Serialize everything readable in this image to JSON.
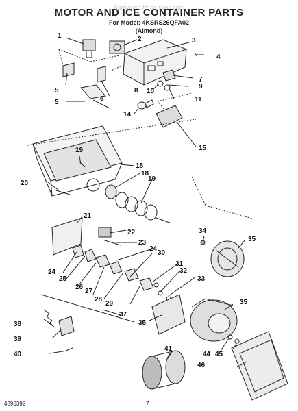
{
  "header": {
    "watermark": "Appliance Parts Pros.com",
    "title": "MOTOR AND ICE CONTAINER PARTS",
    "model": "For Model: 4KSRS26QFA02",
    "color": "(Almond)"
  },
  "footer": {
    "part_number": "4396392",
    "page_number": "7"
  },
  "callouts": [
    "1",
    "2",
    "3",
    "4",
    "5",
    "5",
    "6",
    "7",
    "8",
    "9",
    "10",
    "11",
    "14",
    "15",
    "18",
    "18",
    "19",
    "19",
    "20",
    "21",
    "22",
    "23",
    "24",
    "24",
    "25",
    "26",
    "27",
    "28",
    "29",
    "30",
    "31",
    "32",
    "33",
    "34",
    "35",
    "35",
    "35",
    "37",
    "38",
    "39",
    "40",
    "41",
    "44",
    "45",
    "46"
  ]
}
